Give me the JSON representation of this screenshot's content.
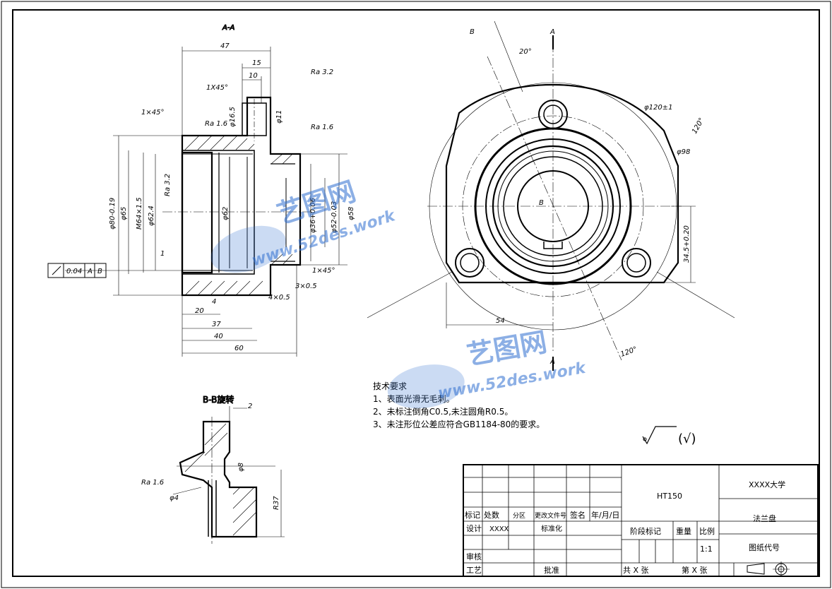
{
  "section_aa": {
    "title": "A-A",
    "dims": {
      "d47": "47",
      "d15": "15",
      "d10": "10",
      "d20": "20",
      "d37": "37",
      "d40": "40",
      "d60": "60",
      "d4": "4",
      "d1": "1",
      "chamfer_1x45_top": "1X45°",
      "chamfer_1x45_left": "1×45°",
      "chamfer_1x45_right": "1×45°",
      "groove_3x05": "3×0.5",
      "groove_4x05": "4×0.5",
      "phi165": "φ16.5",
      "phi11": "φ11",
      "phi80": "φ80-0.19",
      "phi65": "φ65",
      "m64": "M64×1.5",
      "phi624": "φ62.4",
      "phi62": "φ62",
      "phi36": "φ36+0.06",
      "phi52": "φ52-0.03",
      "phi58": "φ58",
      "ra32_a": "Ra 3.2",
      "ra16_a": "Ra 1.6",
      "ra16_b": "Ra 1.6",
      "ra32_b": "Ra 3.2"
    },
    "tolerance_frame": [
      "0.04",
      "A",
      "B"
    ]
  },
  "main_view": {
    "label_b": "B",
    "label_a_top": "A",
    "label_a_bottom": "A",
    "angle_20": "20°",
    "angle_120_a": "120°",
    "angle_120_b": "120°",
    "phi120": "φ120±1",
    "phi98": "φ98",
    "d54": "54",
    "d345": "34.5+0.20",
    "inner_b": "B"
  },
  "section_bb": {
    "title": "B-B旋转",
    "d2": "2",
    "ra16": "Ra 1.6",
    "phi4": "φ4",
    "phi8": "φ8",
    "r37": "R37"
  },
  "tech_requirements": {
    "heading": "技术要求",
    "items": [
      "1、表面光滑无毛刺。",
      "2、未标注倒角C0.5,未注圆角R0.5。",
      "3、未注形位公差应符合GB1184-80的要求。"
    ]
  },
  "roughness_note": "(√)",
  "title_block": {
    "material": "HT150",
    "university": "XXXX大学",
    "part_name": "法兰盘",
    "drawing_no_label": "图纸代号",
    "row_mark": [
      "标记",
      "处数",
      "分区",
      "更改文件号",
      "签名",
      "年/月/日"
    ],
    "design_label": "设计",
    "designer": "XXXX",
    "standardize_label": "标准化",
    "stage_label": "阶段标记",
    "weight_label": "重量",
    "scale_label": "比例",
    "scale_value": "1:1",
    "review_label": "审核",
    "process_label": "工艺",
    "approve_label": "批准",
    "sheets_total": "共 X 张",
    "sheet_no": "第 X 张"
  },
  "watermark": {
    "brand": "艺图网",
    "url": "www.52des.work",
    "color": "#2f6fd0"
  }
}
